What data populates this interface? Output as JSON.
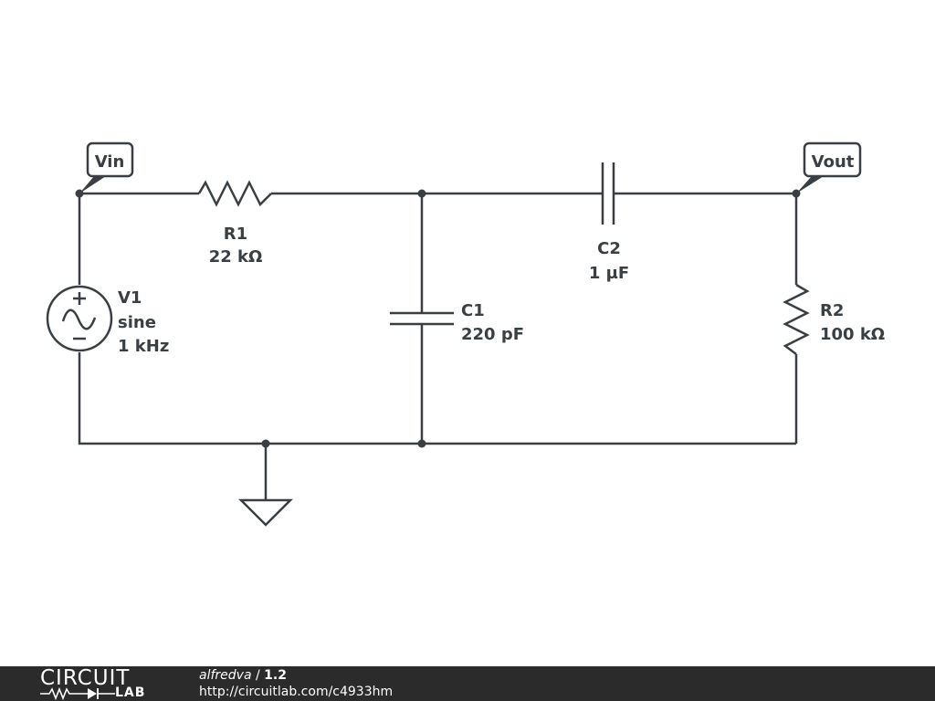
{
  "schematic": {
    "nodes": {
      "vin_label": "Vin",
      "vout_label": "Vout"
    },
    "components": {
      "r1": {
        "name": "R1",
        "value": "22 kΩ"
      },
      "c1": {
        "name": "C1",
        "value": "220 pF"
      },
      "c2": {
        "name": "C2",
        "value": "1 µF"
      },
      "r2": {
        "name": "R2",
        "value": "100 kΩ"
      },
      "v1": {
        "name": "V1",
        "type": "sine",
        "value": "1 kHz"
      }
    },
    "ground": {
      "icon": "ground-icon"
    }
  },
  "footer": {
    "logo_top": "CIRCUIT",
    "logo_bottom": "LAB",
    "author": "alfredva",
    "separator": " / ",
    "version": "1.2",
    "url": "http://circuitlab.com/c4933hm"
  },
  "colors": {
    "ink": "#3a3f44",
    "footer_bg": "#2b2b2b"
  }
}
